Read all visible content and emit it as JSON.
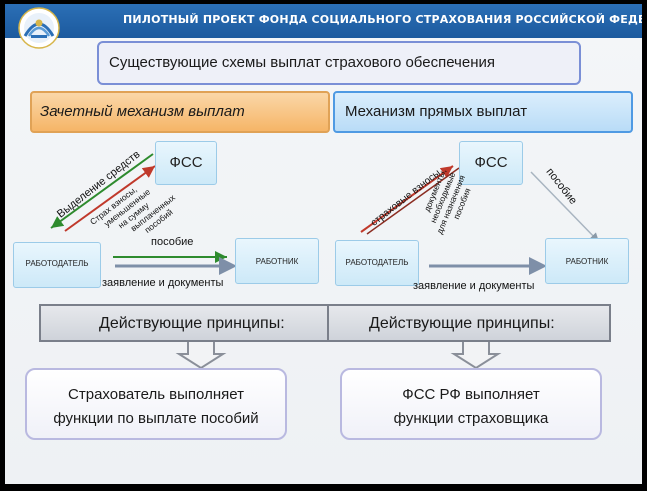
{
  "header_bar": {
    "title": "ПИЛОТНЫЙ ПРОЕКТ ФОНДА СОЦИАЛЬНОГО СТРАХОВАНИЯ РОССИЙСКОЙ ФЕДЕРАЦИИ"
  },
  "main_title": "Существующие схемы выплат страхового обеспечения",
  "left": {
    "mechanism": "Зачетный механизм выплат",
    "fss": "ФСС",
    "employer": "РАБОТОДАТЕЛЬ",
    "worker": "РАБОТНИК",
    "arrow_allocation": "Выделение средств",
    "arrow_contributions": [
      "Страх взносы,",
      "уменьшенные",
      "на сумму",
      "выплаченных",
      "пособий"
    ],
    "benefit": "пособие",
    "application": "заявление и документы",
    "principle": "Действующие принципы:",
    "result": [
      "Страхователь выполняет",
      "функции по выплате пособий"
    ]
  },
  "right": {
    "mechanism": "Механизм прямых выплат",
    "fss": "ФСС",
    "employer": "РАБОТОДАТЕЛЬ",
    "worker": "РАБОТНИК",
    "arrow_contributions": "страховые взносы",
    "arrow_documents": [
      "документы,",
      "необходимые",
      "для назначения",
      "пособия"
    ],
    "benefit": "пособие",
    "application": "заявление и документы",
    "principle": "Действующие принципы:",
    "result": [
      "ФСС РФ выполняет",
      "функции страховщика"
    ]
  },
  "colors": {
    "top_bar": "#1f5fa6",
    "orange_box": "#f6b567",
    "blue_box": "#b9dcf7",
    "green_arrow": "#2e8b2e",
    "red_arrow": "#c0392b"
  }
}
